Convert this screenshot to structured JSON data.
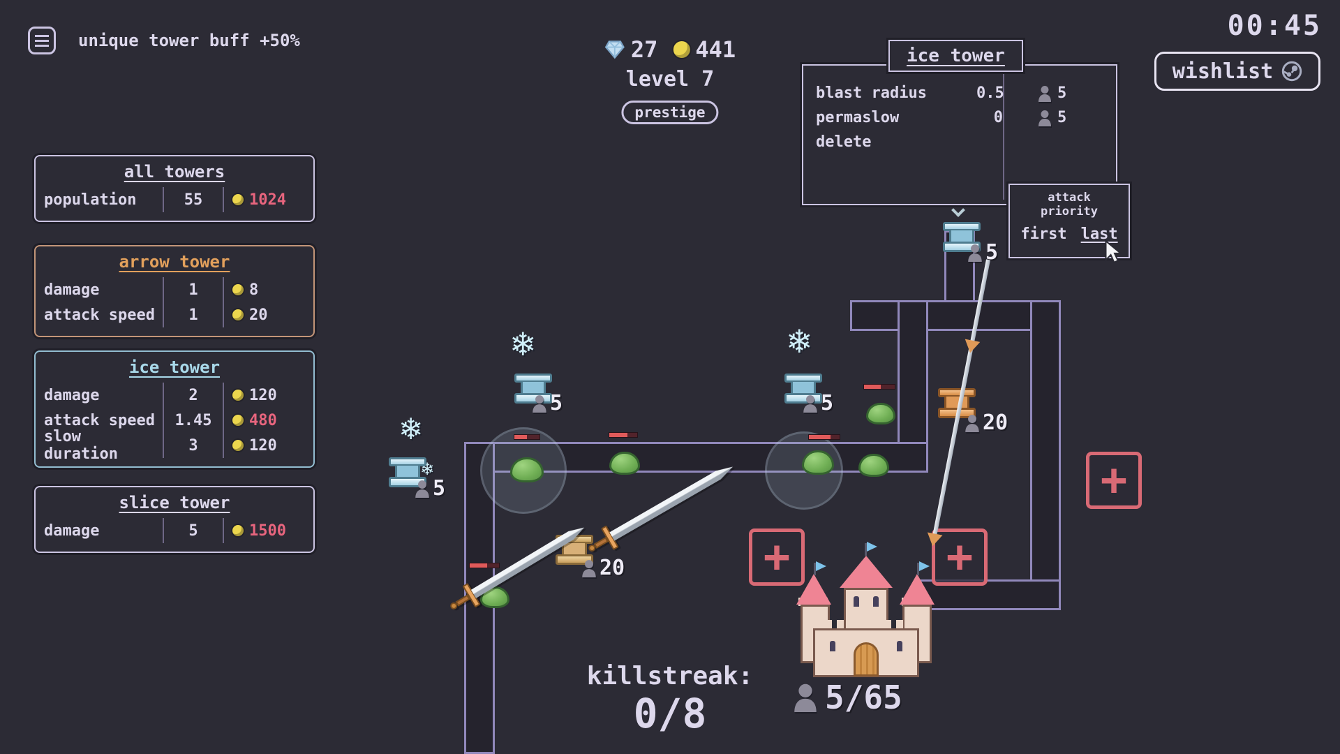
{
  "hud": {
    "buff_text": "unique tower buff +50%",
    "gem_count": "27",
    "gold_count": "441",
    "level_label": "level 7",
    "prestige_label": "prestige",
    "timer": "00:45",
    "wishlist_label": "wishlist",
    "killstreak_label": "killstreak:",
    "killstreak_value": "0/8",
    "castle_population": "5/65"
  },
  "colors": {
    "gold": "#ecd64e",
    "red": "#e8657e",
    "ice": "#a9d9ea",
    "orange": "#e2a05c",
    "text": "#ddd8ec"
  },
  "icons": {
    "snowflake": "❄",
    "plus": "+"
  },
  "panels": [
    {
      "title": "all towers",
      "rows": [
        {
          "label": "population",
          "value": "55",
          "cost": "1024"
        }
      ]
    },
    {
      "title": "arrow tower",
      "rows": [
        {
          "label": "damage",
          "value": "1",
          "cost": "8"
        },
        {
          "label": "attack speed",
          "value": "1",
          "cost": "20"
        }
      ]
    },
    {
      "title": "ice tower",
      "rows": [
        {
          "label": "damage",
          "value": "2",
          "cost": "120"
        },
        {
          "label": "attack speed",
          "value": "1.45",
          "cost": "480"
        },
        {
          "label": "slow duration",
          "value": "3",
          "cost": "120"
        }
      ]
    },
    {
      "title": "slice tower",
      "rows": [
        {
          "label": "damage",
          "value": "5",
          "cost": "1500"
        }
      ]
    }
  ],
  "tower_popup": {
    "title": "ice tower",
    "rows": [
      {
        "label": "blast radius",
        "value": "0.5",
        "population": "5"
      },
      {
        "label": "permaslow",
        "value": "0",
        "population": "5"
      },
      {
        "label": "delete",
        "value": "",
        "population": ""
      }
    ],
    "attack_priority": {
      "title_line1": "attack",
      "title_line2": "priority",
      "first": "first",
      "last": "last"
    }
  },
  "map": {
    "badges": {
      "top_ice": "5",
      "left_ice": "5",
      "right_ice": "5",
      "low_ice": "5",
      "arrow_tower": "20",
      "slice_tower": "20"
    }
  }
}
